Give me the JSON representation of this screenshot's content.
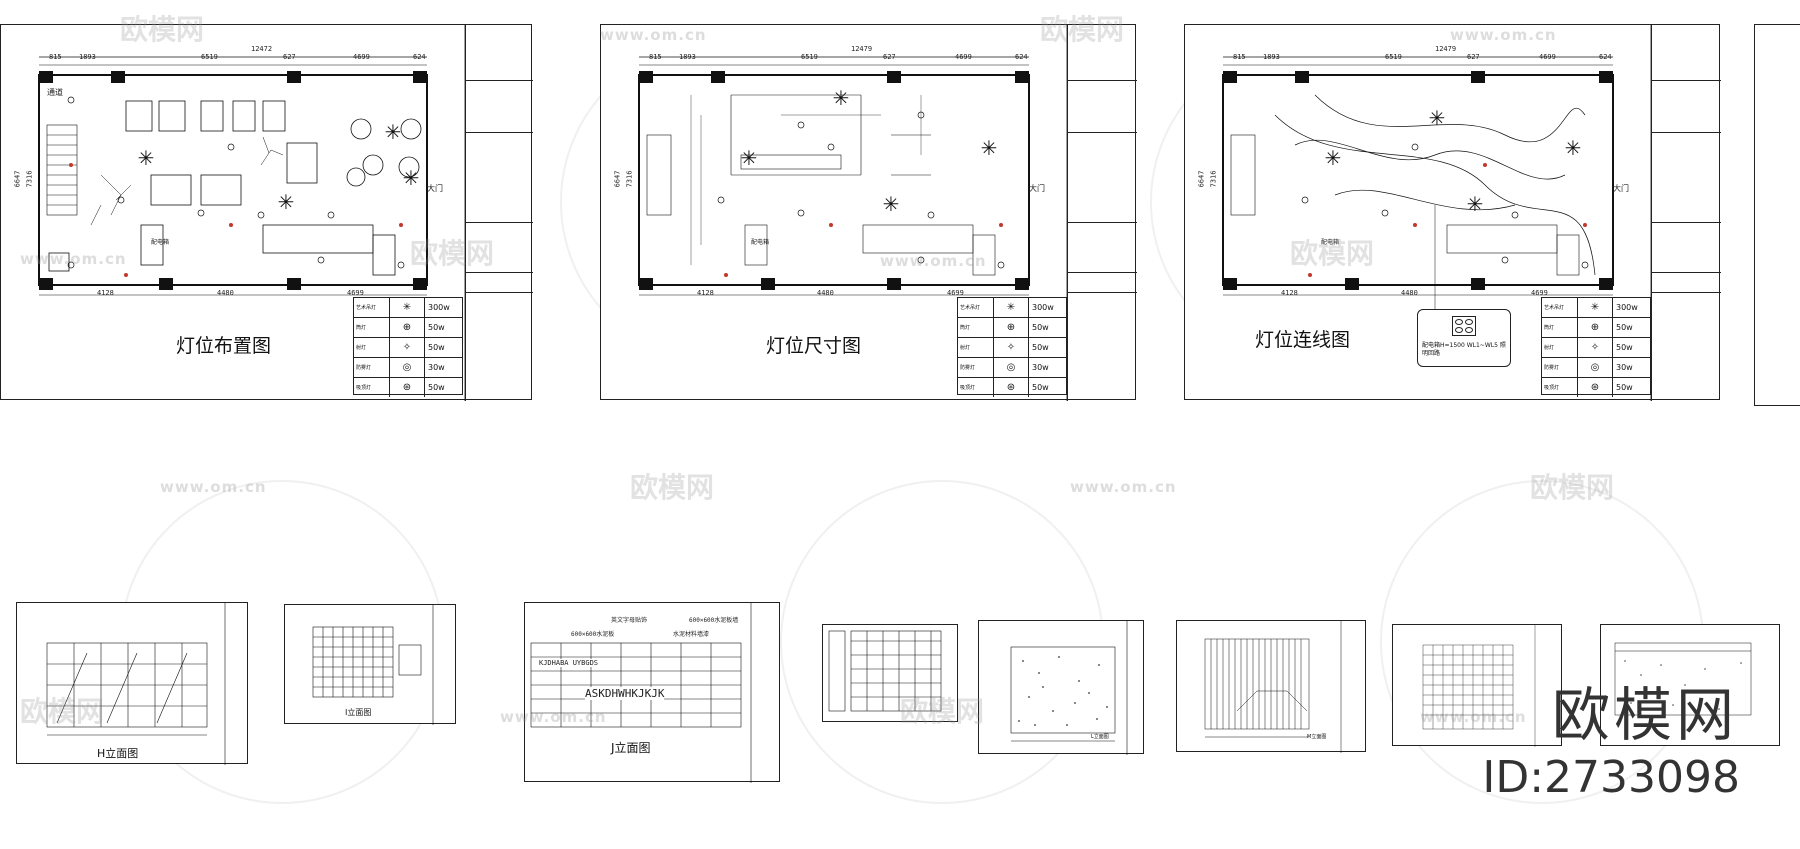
{
  "plans": [
    {
      "id": "plan-layout",
      "title": "灯位布置图",
      "top_dims": [
        "815",
        "1893",
        "6519",
        "627",
        "4699",
        "624"
      ],
      "overall_width": "12472",
      "bottom_dims": [
        "4128",
        "4480",
        "4699"
      ],
      "side_dims": [
        "6647",
        "7316"
      ],
      "labels": [
        "通道",
        "大门",
        "配电箱"
      ]
    },
    {
      "id": "plan-dimensions",
      "title": "灯位尺寸图",
      "top_dims": [
        "815",
        "1893",
        "6519",
        "627",
        "4699",
        "624"
      ],
      "overall_width": "12479",
      "bottom_dims": [
        "4128",
        "4480",
        "4699"
      ],
      "side_dims": [
        "6647",
        "7316"
      ],
      "labels": [
        "大门",
        "配电箱"
      ]
    },
    {
      "id": "plan-wiring",
      "title": "灯位连线图",
      "top_dims": [
        "815",
        "1893",
        "6519",
        "627",
        "4699",
        "624"
      ],
      "overall_width": "12479",
      "bottom_dims": [
        "4128",
        "4480",
        "4699"
      ],
      "side_dims": [
        "6647",
        "7316"
      ],
      "labels": [
        "大门",
        "配电箱"
      ],
      "callout": "配电箱H=1500  WL1~WL5 照明回路"
    }
  ],
  "legend": {
    "rows": [
      {
        "name": "艺术吊灯",
        "symbol": "✳",
        "watt": "300w"
      },
      {
        "name": "筒灯",
        "symbol": "⊕",
        "watt": "50w"
      },
      {
        "name": "射灯",
        "symbol": "✧",
        "watt": "50w"
      },
      {
        "name": "防雾灯",
        "symbol": "◎",
        "watt": "30w"
      },
      {
        "name": "吸顶灯",
        "symbol": "⊛",
        "watt": "50w"
      }
    ]
  },
  "elevations": [
    {
      "id": "elev-h",
      "title": "H立面图"
    },
    {
      "id": "elev-i",
      "title": "I立面图"
    },
    {
      "id": "elev-j",
      "title": "J立面图",
      "text_lines": [
        "英文字母贴饰",
        "600×600水泥板",
        "600×600水泥板墙",
        "水泥材料墙漆",
        "KJDHABA UYBGDS",
        "ASKDHWHKJKJK"
      ]
    },
    {
      "id": "elev-k",
      "title": ""
    },
    {
      "id": "elev-l",
      "title": "L立面图"
    },
    {
      "id": "elev-m",
      "title": "M立面图"
    },
    {
      "id": "elev-n",
      "title": ""
    },
    {
      "id": "elev-o",
      "title": ""
    }
  ],
  "watermark": {
    "brand": "欧模网",
    "url": "www.om.cn"
  },
  "brand": {
    "name": "欧模网",
    "id": "ID:2733098"
  }
}
